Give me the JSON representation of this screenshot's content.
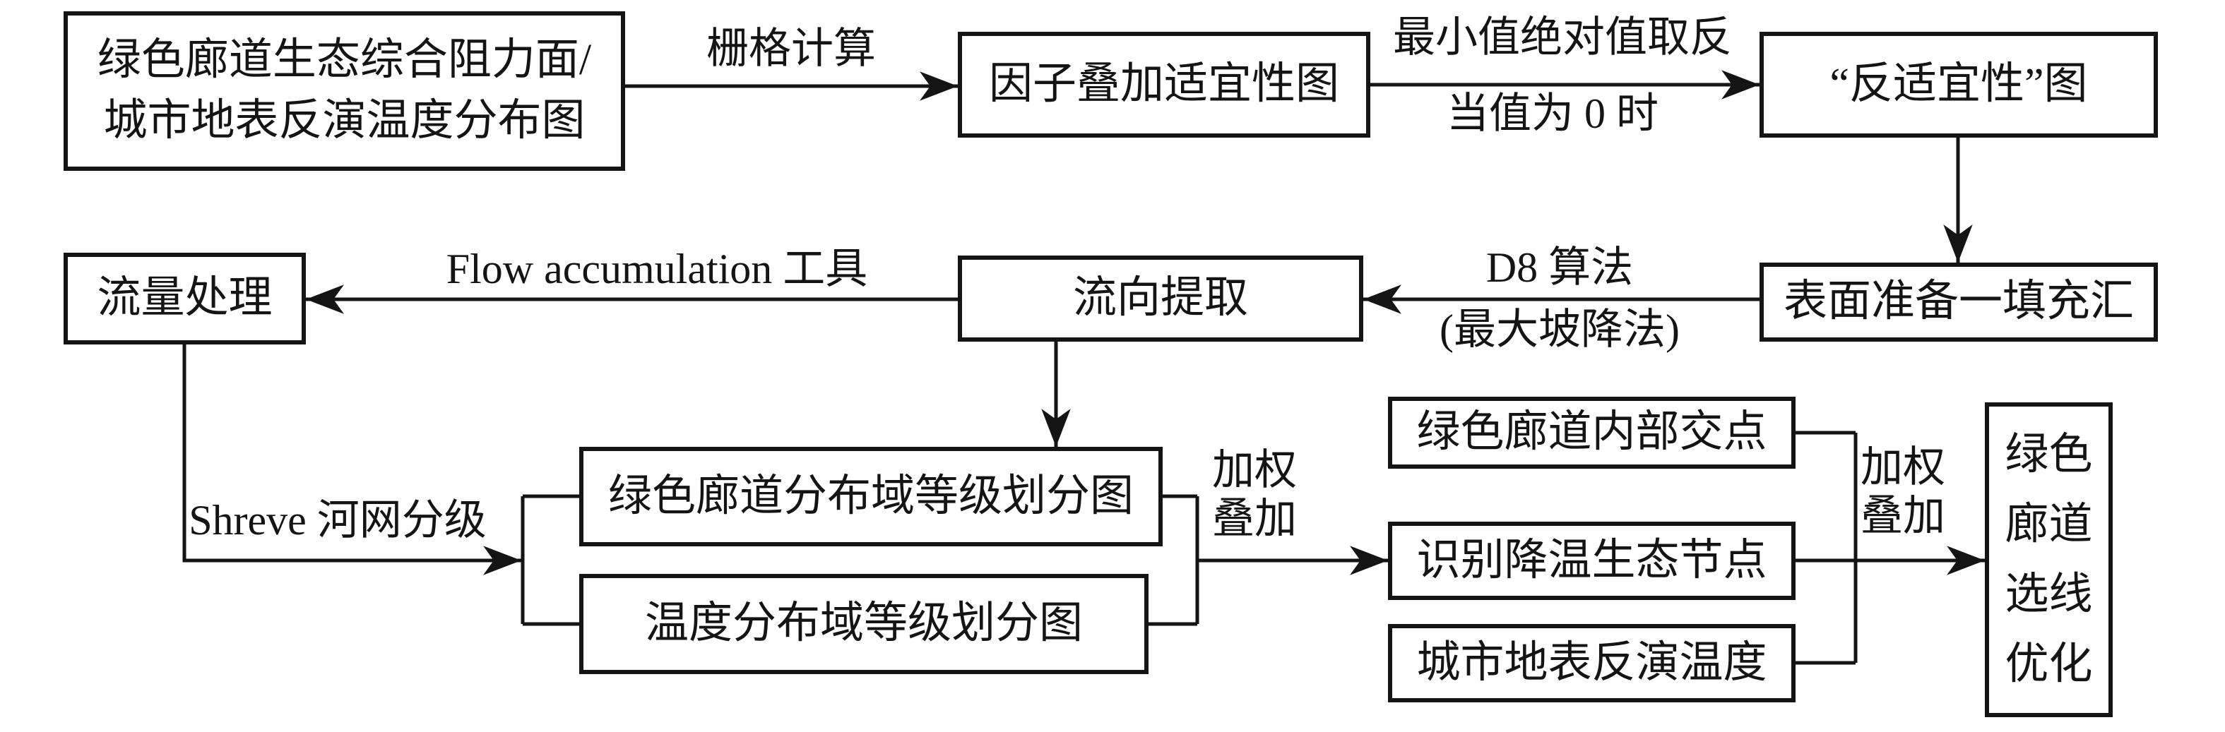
{
  "diagram": {
    "colors": {
      "background": "#ffffff",
      "line": "#141414",
      "text": "#141414"
    },
    "nodes": {
      "source": {
        "label": "绿色廊道生态综合阻力面/\n城市地表反演温度分布图"
      },
      "factor_overlay": {
        "label": "因子叠加适宜性图"
      },
      "anti_suitability": {
        "label": "“反适宜性”图"
      },
      "surface_prep": {
        "label": "表面准备一填充汇"
      },
      "flow_direction": {
        "label": "流向提取"
      },
      "flow_processing": {
        "label": "流量处理"
      },
      "corridor_grading": {
        "label": "绿色廊道分布域等级划分图"
      },
      "temp_grading": {
        "label": "温度分布域等级划分图"
      },
      "internal_nodes": {
        "label": "绿色廊道内部交点"
      },
      "cooling_nodes": {
        "label": "识别降温生态节点"
      },
      "surface_temp": {
        "label": "城市地表反演温度"
      },
      "route_optimization": {
        "label": "绿色\n廊道\n选线\n优化"
      }
    },
    "edge_labels": {
      "raster_calc": "栅格计算",
      "min_abs_line1": "最小值绝对值取反",
      "min_abs_line2": "当值为 0 时",
      "d8_line1": "D8 算法",
      "d8_line2": "(最大坡降法)",
      "flow_accumulation": "Flow accumulation 工具",
      "shreve": "Shreve 河网分级",
      "weighted_overlay_1": "加权\n叠加",
      "weighted_overlay_2": "加权\n叠加"
    }
  }
}
